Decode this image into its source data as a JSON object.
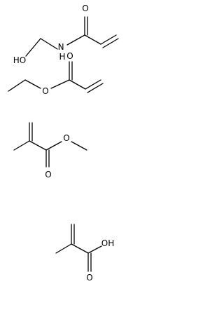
{
  "colors": {
    "background": "#ffffff",
    "bond": "#000000",
    "label": "#000000"
  },
  "molecules": [
    {
      "labels": {
        "oxygen": "O",
        "hydroxyl": "HO",
        "amide_nh": "N\nH"
      }
    },
    {
      "labels": {
        "carbonyl_oxygen": "O",
        "ester_oxygen": "O"
      }
    },
    {
      "labels": {
        "carbonyl_oxygen": "O",
        "ester_oxygen": "O"
      }
    },
    {
      "labels": {
        "carbonyl_oxygen": "O",
        "hydroxyl": "OH"
      }
    }
  ]
}
